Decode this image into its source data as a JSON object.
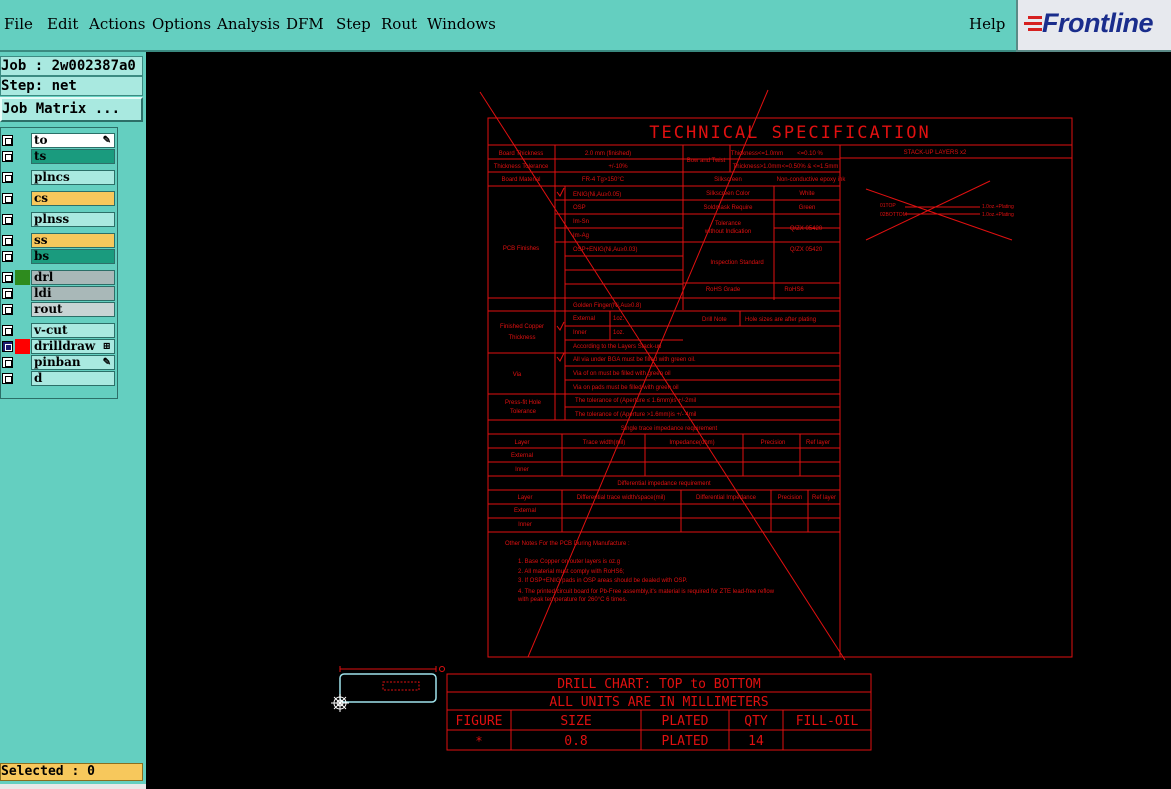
{
  "menu": {
    "items": [
      {
        "id": "file",
        "label": "File"
      },
      {
        "id": "edit",
        "label": "Edit"
      },
      {
        "id": "actions",
        "label": "Actions"
      },
      {
        "id": "options",
        "label": "Options"
      },
      {
        "id": "analysis",
        "label": "Analysis"
      },
      {
        "id": "dfm",
        "label": "DFM"
      },
      {
        "id": "step",
        "label": "Step"
      },
      {
        "id": "rout",
        "label": "Rout"
      },
      {
        "id": "windows",
        "label": "Windows"
      }
    ],
    "help": "Help"
  },
  "logo": {
    "text": "Frontline"
  },
  "panel": {
    "job_text": "Job : 2w002387a0",
    "step_text": "Step: net",
    "job_matrix": "Job Matrix ...",
    "selected_text": "Selected : 0"
  },
  "layers": [
    {
      "name": "to",
      "color": "#ffffff",
      "mark": "✎"
    },
    {
      "name": "ts",
      "color": "#1a9b7e",
      "mark": ""
    },
    {
      "name": "plncs",
      "color": "#a9e9e0",
      "mark": ""
    },
    {
      "name": "cs",
      "color": "#f7c85c",
      "mark": ""
    },
    {
      "name": "plnss",
      "color": "#a9e9e0",
      "mark": ""
    },
    {
      "name": "ss",
      "color": "#f7c85c",
      "mark": ""
    },
    {
      "name": "bs",
      "color": "#1a9b7e",
      "mark": ""
    },
    {
      "name": "drl",
      "color": "#a9b8b8",
      "mark": ""
    },
    {
      "name": "ldi",
      "color": "#a9b8b8",
      "mark": ""
    },
    {
      "name": "rout",
      "color": "#c8d4d4",
      "mark": ""
    },
    {
      "name": "v-cut",
      "color": "#a9e9e0",
      "mark": ""
    },
    {
      "name": "drilldraw",
      "color": "#a9e9e0",
      "mark": "⊞"
    },
    {
      "name": "pinban",
      "color": "#a9e9e0",
      "mark": "✎"
    },
    {
      "name": "d",
      "color": "#a9e9e0",
      "mark": ""
    }
  ],
  "colors": {
    "menu_bg": "#64cfc0",
    "canvas_bg": "#000000",
    "drawing": "#e01010",
    "logo": "#1a2d8c"
  },
  "spec": {
    "title": "TECHNICAL SPECIFICATION",
    "board_thickness": "Board Thickness",
    "board_thickness_val": "2.0 mm (finished)",
    "thickness_tolerance": "Thickness Tolerance",
    "thickness_tolerance_val": "+/-10%",
    "board_material": "Board Material",
    "board_material_val": "FR-4 Tg>150°C",
    "bow_twist": "Bow and Twist",
    "bow1": "Thickness<=1.0mm",
    "bow1_val": "<=0.10 %",
    "bow2": "Thickness>1.0mm",
    "bow2_val": "<=0.50% & <=1.5mm",
    "stackup": "STACK-UP LAYERS x2",
    "stack_top": "01TOP",
    "stack_top_val": "1.0oz.+Plating",
    "stack_bot": "02BOTTOM",
    "stack_bot_val": "1.0oz.+Plating",
    "pcb_finishes": "PCB Finishes",
    "finish1": "ENIG(Ni,Au≥0.05)",
    "finish2": "OSP",
    "finish3": "Im-Sn",
    "finish4": "Im-Ag",
    "finish5": "OSP+ENIG(Ni,Au≥0.03)",
    "silkscreen_color": "Silkscreen Color",
    "silkscreen_color_val": "White",
    "soldermask": "Soldmask Require",
    "soldermask_val": "Green",
    "silkscreen": "Silkscreen",
    "silkscreen_val": "Non-conductive epoxy ink",
    "tolerance": "Tolerance",
    "tolerance2": "without Indication",
    "tol1": "Q/ZX 05420",
    "tol2": "Q/ZX 05420",
    "inspection": "Inspection Standard",
    "rohs": "RoHS Grade",
    "rohs_val": "RoHS6",
    "golden": "Golden Finger(Ni,Au≥0.8)",
    "finished_copper": "Finished Copper",
    "thickness": "Thickness",
    "external": "External",
    "oz": "1oz.",
    "inner": "Inner",
    "oz2": "1oz.",
    "stackup_ref": "According to the Layers Stack-up",
    "drill_note": "Drill Note",
    "drill_note_val": "Hole sizes are after plating",
    "via": "Via",
    "via1": "All via under BGA must be filled with green oil.",
    "via2": "Via of        on must be filled with green oil",
    "via3": "Via on pads must be filled with green oil",
    "press_fit": "Press-fit Hole",
    "press_fit2": "Tolerance",
    "pf1": "The tolerance of   (Aperture ≤ 1.6mm)is +/-2mil",
    "pf2": "The tolerance of   (Aperture >1.6mm)is +/- 4mil",
    "single_trace": "Single trace impedance requirement",
    "layer": "Layer",
    "trace_width": "Trace width(mil)",
    "impedance": "Impedance(ohm)",
    "precision": "Precision",
    "ref_layer": "Ref layer",
    "ext": "External",
    "inn": "Inner",
    "diff_imp": "Differential impedance requirement",
    "layer2": "Layer",
    "diff_trace": "Differential trace width/space(mil)",
    "diff_impedance": "Differential Impedance",
    "precision2": "Precision",
    "ref_layer2": "Ref layer",
    "ext2": "External",
    "inn2": "Inner",
    "notes_title": "Other Notes For the PCB During Manufacture :",
    "note1": "1. Base Copper on outer layers is      oz.g",
    "note2": "2. All material must comply with RoHS6;",
    "note3": "3. If  OSP+ENIG pads in OSP areas should be dealed with OSP.",
    "note4": "4. The printed circuit board for Pb-Free assembly,it's material is required for ZTE lead-free reflow",
    "note4b": "    with peak temperature for 260°C 6 times."
  },
  "drill": {
    "title": "DRILL CHART: TOP to BOTTOM",
    "units": "ALL UNITS ARE IN MILLIMETERS",
    "h_figure": "FIGURE",
    "h_size": "SIZE",
    "h_plated": "PLATED",
    "h_qty": "QTY",
    "h_fill": "FILL-OIL",
    "r_figure": "*",
    "r_size": "0.8",
    "r_plated": "PLATED",
    "r_qty": "14",
    "r_fill": ""
  }
}
